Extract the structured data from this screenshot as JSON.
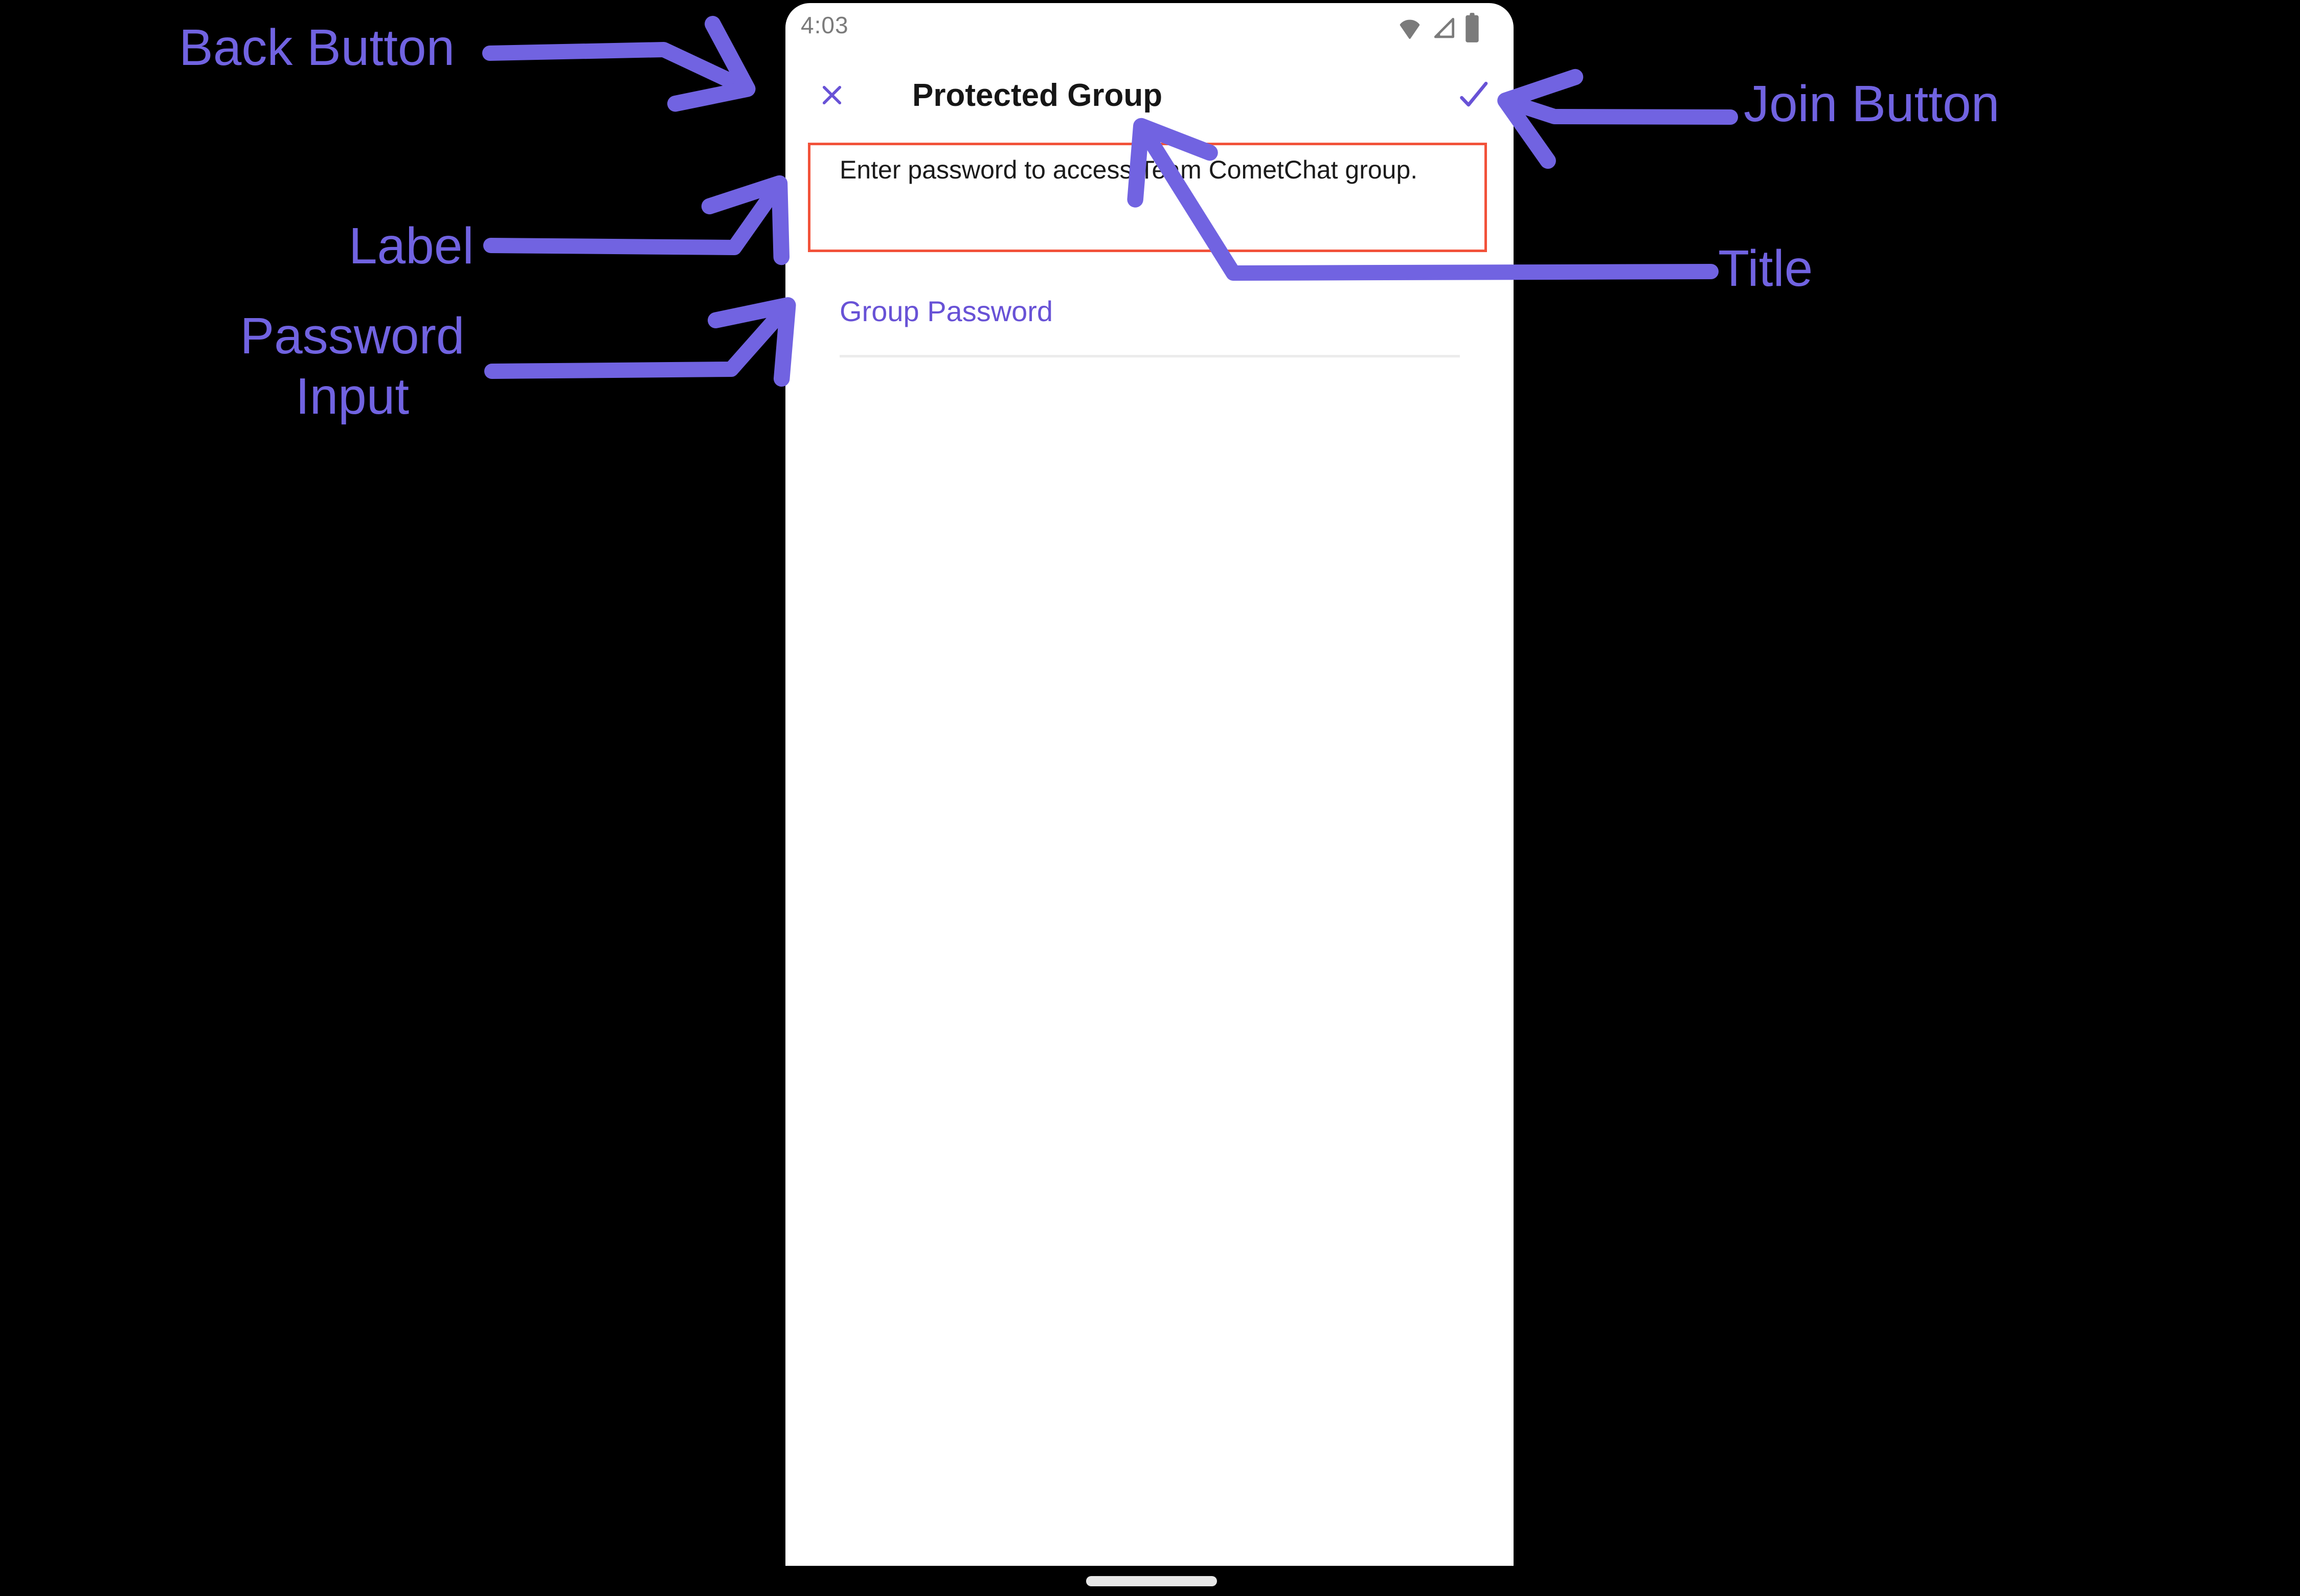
{
  "page": {
    "background_color": "#000000"
  },
  "phone": {
    "status_bar": {
      "time": "4:03",
      "icon_color": "#7b7b7b",
      "icons": [
        "wifi-icon",
        "cell-signal-icon",
        "battery-icon"
      ]
    },
    "header": {
      "title": "Protected Group",
      "accent_color": "#6852D6",
      "back_icon": "close-x",
      "join_icon": "checkmark"
    },
    "content": {
      "label_text": "Enter password to access Team CometChat group.",
      "password_field": {
        "label": "Group Password",
        "value": "",
        "underline_color": "#ECECEC"
      }
    },
    "home_indicator_color": "#E7E7E7"
  },
  "annotations": {
    "color": "#7163E1",
    "highlight_box_color": "#F2523A",
    "back_button": "Back Button",
    "join_button": "Join Button",
    "label": "Label",
    "password_input_line1": "Password",
    "password_input_line2": "Input",
    "title": "Title"
  }
}
